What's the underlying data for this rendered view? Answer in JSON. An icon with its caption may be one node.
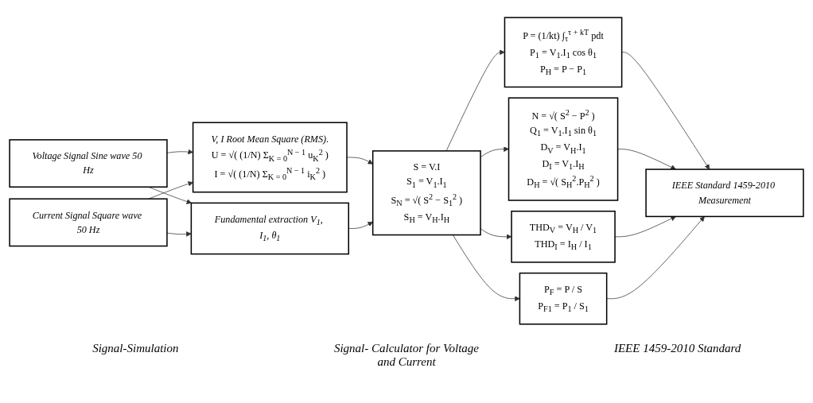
{
  "diagram": {
    "nodes": [
      {
        "text": [
          "Voltage Signal Sine wave 50 Hz"
        ]
      },
      {
        "text": [
          "Current Signal Square wave 50 Hz"
        ]
      },
      {
        "text": [
          "V, I Root Mean Square (RMS).",
          "U = √( (1/N) Σ$_{K = 0}$$^{N − 1}$ u$_{K}$$^{2}$ )",
          "I = √( (1/N) Σ$_{K = 0}$$^{N − 1}$ i$_{K}$$^{2}$ )"
        ]
      },
      {
        "text": [
          "Fundamental extraction V$_{1}$, I$_{1}$, θ$_{1}$"
        ]
      },
      {
        "text": [
          "S = V.I",
          "S$_{1}$ = V$_{1}$.I$_{1}$",
          "S$_{N}$ = √( S$^{2}$ − S$_{1}$$^{2}$ )",
          "S$_{H}$ = V$_{H}$.I$_{H}$"
        ]
      },
      {
        "text": [
          "P = (1/kt) ∫$_{τ}$$^{τ + kT}$ pdt",
          "P$_{1}$ = V$_{1}$.I$_{1}$ cos θ$_{1}$",
          "P$_{H}$ = P − P$_{1}$"
        ]
      },
      {
        "text": [
          "N = √( S$^{2}$ − P$^{2}$ )",
          "Q$_{1}$ = V$_{1}$.I$_{1}$ sin θ$_{1}$",
          "D$_{V}$ = V$_{H}$.I$_{1}$",
          "D$_{I}$ = V$_{1}$.I$_{H}$",
          "D$_{H}$ = √( S$_{H}$$^{2}$.P$_{H}$$^{2}$ )"
        ]
      },
      {
        "text": [
          "THD$_{V}$ = V$_{H}$ / V$_{1}$",
          "THD$_{I}$ = I$_{H}$ / I$_{1}$"
        ]
      },
      {
        "text": [
          "P$_{F}$ = P / S",
          "P$_{F1}$ = P$_{1}$ / S$_{1}$"
        ]
      },
      {
        "text": [
          "IEEE Standard 1459-2010 Measurement"
        ]
      }
    ],
    "edges": [
      {
        "from": 0,
        "to": 2,
        "arrow": "to"
      },
      {
        "from": 0,
        "to": 3,
        "arrow": "to"
      },
      {
        "from": 1,
        "to": 2,
        "arrow": "to"
      },
      {
        "from": 1,
        "to": 3,
        "arrow": "to"
      },
      {
        "from": 2,
        "to": 4,
        "arrow": "to"
      },
      {
        "from": 3,
        "to": 4,
        "arrow": "to"
      },
      {
        "from": 4,
        "to": 5,
        "arrow": "to"
      },
      {
        "from": 4,
        "to": 6,
        "arrow": "to"
      },
      {
        "from": 4,
        "to": 7,
        "arrow": "to"
      },
      {
        "from": 4,
        "to": 8,
        "arrow": "to"
      },
      {
        "from": 5,
        "to": 9,
        "arrow": "to"
      },
      {
        "from": 6,
        "to": 9,
        "arrow": "to"
      },
      {
        "from": 7,
        "to": 9,
        "arrow": "to"
      },
      {
        "from": 8,
        "to": 9,
        "arrow": "to"
      }
    ],
    "labels": [
      "Signal-Simulation",
      "Signal- Calculator for Voltage and Current",
      "IEEE 1459-2010 Standard"
    ]
  }
}
